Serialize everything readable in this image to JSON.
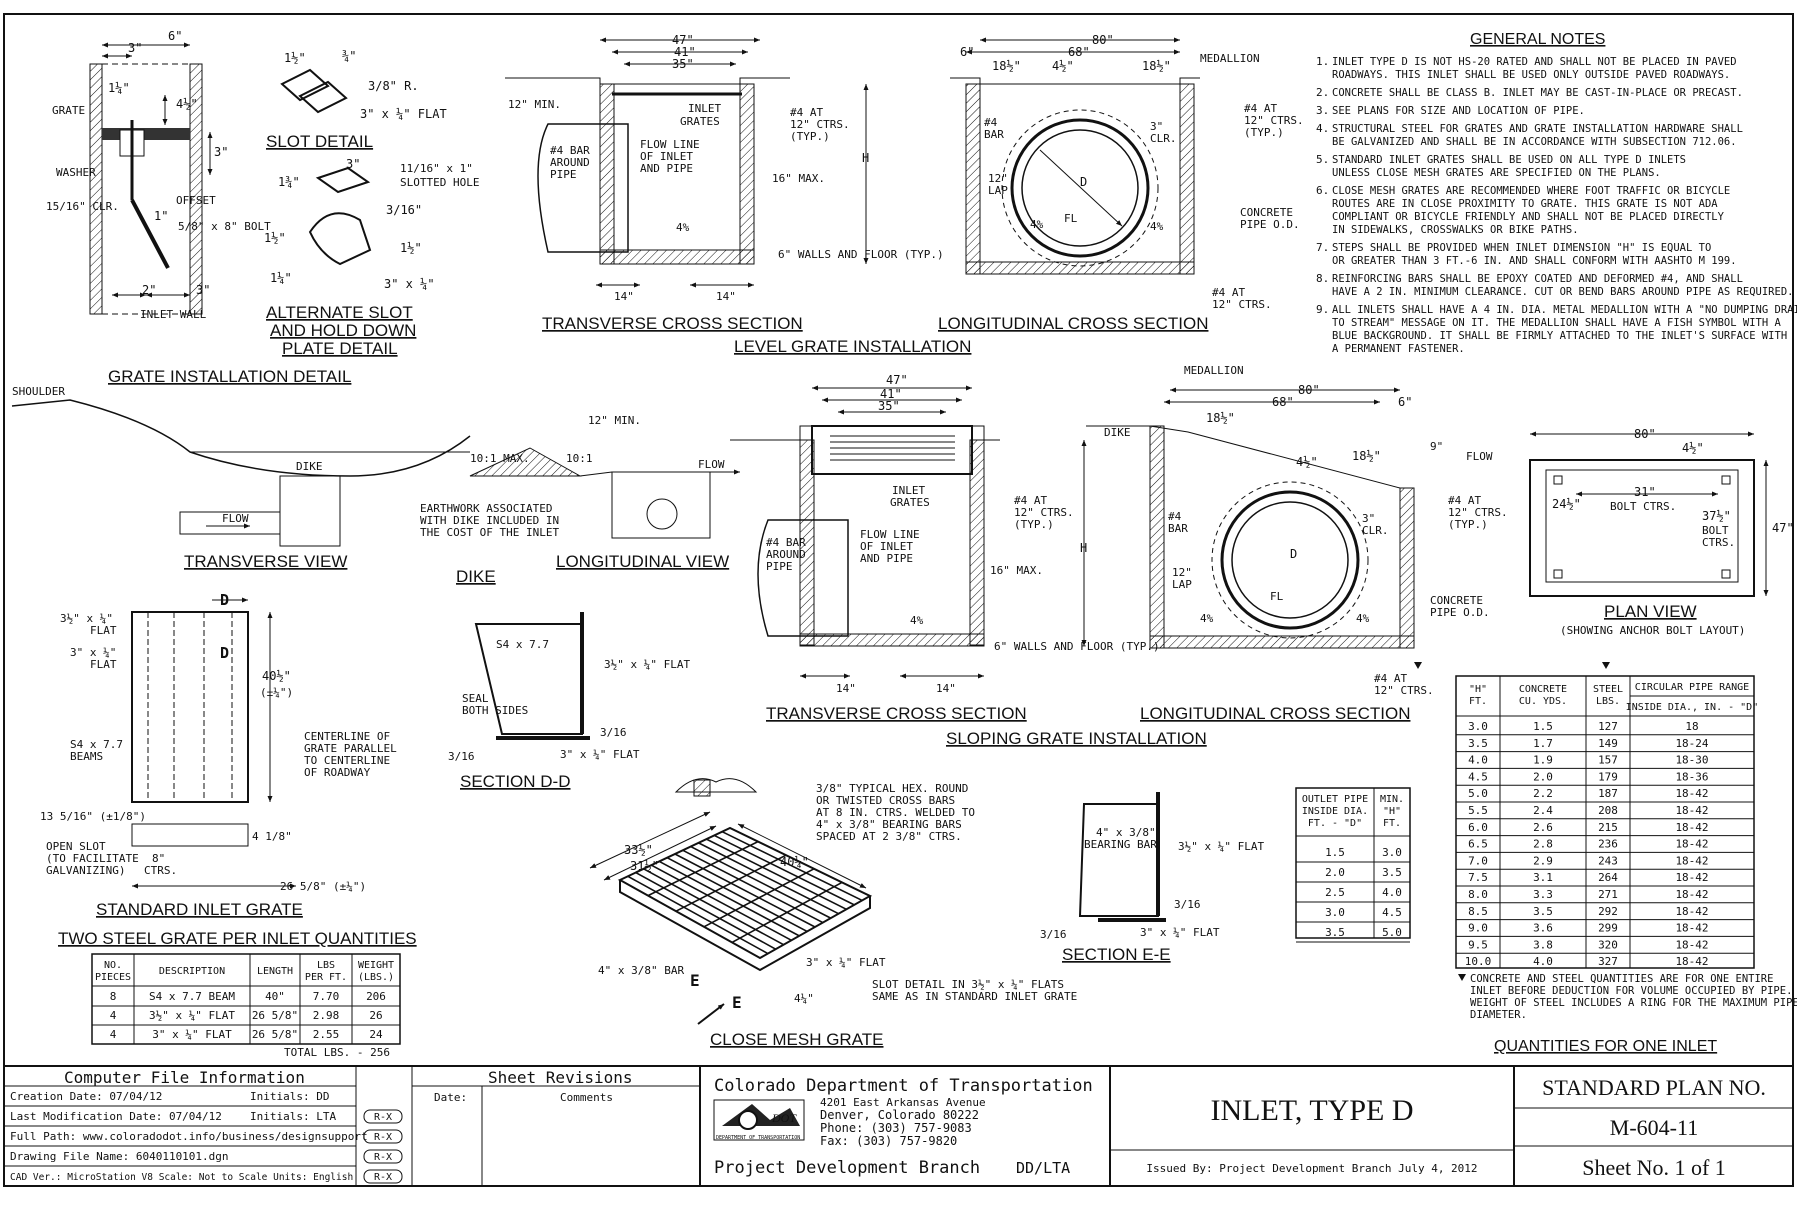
{
  "grate_install": {
    "title": "GRATE INSTALLATION DETAIL",
    "dims": [
      "6\"",
      "3\"",
      "1¼\"",
      "4½\"",
      "3\"",
      "1\"",
      "2\"",
      "3\""
    ],
    "labels": [
      "GRATE",
      "WASHER",
      "15/16\" CLR.",
      "OFFSET",
      "5/8\" x 8\" BOLT",
      "INLET WALL"
    ]
  },
  "slot_detail": {
    "title": "SLOT DETAIL",
    "dims": [
      "1½\"",
      "¾\"",
      "3/8\" R.",
      "3\" x ¼\" FLAT"
    ]
  },
  "alt_slot": {
    "title_lines": [
      "ALTERNATE SLOT",
      "AND HOLD DOWN",
      "PLATE DETAIL"
    ],
    "dims": [
      "3\"",
      "11/16\" x 1\"",
      "SLOTTED HOLE",
      "1¾\"",
      "3/16\"",
      "1½\"",
      "1½\"",
      "1¼\"",
      "3\" x ¼\""
    ]
  },
  "level": {
    "title": "LEVEL GRATE INSTALLATION",
    "transverse_title": "TRANSVERSE CROSS SECTION",
    "longitudinal_title": "LONGITUDINAL CROSS SECTION",
    "t_dims": [
      "47\"",
      "41\"",
      "35\"",
      "12\" MIN.",
      "H",
      "16\" MAX.",
      "14\"",
      "14\"",
      "4%"
    ],
    "t_labels": [
      "INLET",
      "GRATES",
      "FLOW LINE",
      "OF INLET",
      "AND PIPE",
      "#4 BAR",
      "AROUND",
      "PIPE",
      "#4 AT",
      "12\" CTRS.",
      "(TYP.)",
      "6\" WALLS AND FLOOR (TYP.)"
    ],
    "l_dims": [
      "80\"",
      "68\"",
      "6\"",
      "18½\"",
      "4½\"",
      "18½\"",
      "4%",
      "4%",
      "D"
    ],
    "l_labels": [
      "MEDALLION",
      "#4",
      "BAR",
      "12\"",
      "LAP",
      "3\"",
      "CLR.",
      "#4 AT",
      "12\" CTRS.",
      "(TYP.)",
      "CONCRETE",
      "PIPE O.D.",
      "#4 AT",
      "12\" CTRS.",
      "FL"
    ]
  },
  "general_notes": {
    "title": "GENERAL NOTES",
    "notes": [
      [
        "1.",
        "INLET TYPE D IS NOT HS-20 RATED AND SHALL NOT BE PLACED IN PAVED",
        "ROADWAYS. THIS INLET SHALL BE USED ONLY OUTSIDE PAVED ROADWAYS."
      ],
      [
        "2.",
        "CONCRETE SHALL BE CLASS B. INLET MAY BE CAST-IN-PLACE OR PRECAST."
      ],
      [
        "3.",
        "SEE PLANS FOR SIZE AND LOCATION OF PIPE."
      ],
      [
        "4.",
        "STRUCTURAL STEEL FOR GRATES AND GRATE INSTALLATION HARDWARE SHALL",
        "BE GALVANIZED AND SHALL BE IN ACCORDANCE WITH SUBSECTION 712.06."
      ],
      [
        "5.",
        "STANDARD INLET GRATES SHALL BE USED ON ALL TYPE D INLETS",
        "UNLESS CLOSE MESH GRATES ARE SPECIFIED ON THE PLANS."
      ],
      [
        "6.",
        "CLOSE MESH GRATES ARE RECOMMENDED WHERE FOOT TRAFFIC OR BICYCLE",
        "ROUTES ARE IN CLOSE PROXIMITY TO GRATE. THIS GRATE IS NOT ADA",
        "COMPLIANT OR BICYCLE FRIENDLY AND SHALL NOT BE PLACED DIRECTLY",
        "IN SIDEWALKS, CROSSWALKS OR BIKE PATHS."
      ],
      [
        "7.",
        "STEPS SHALL BE PROVIDED WHEN INLET DIMENSION \"H\" IS EQUAL TO",
        "OR GREATER THAN 3 FT.-6 IN. AND SHALL CONFORM WITH AASHTO M 199."
      ],
      [
        "8.",
        "REINFORCING BARS SHALL BE EPOXY COATED AND DEFORMED #4, AND SHALL",
        "HAVE A 2 IN. MINIMUM CLEARANCE. CUT OR BEND BARS AROUND PIPE AS REQUIRED."
      ],
      [
        "9.",
        "ALL INLETS SHALL HAVE A 4 IN. DIA. METAL MEDALLION WITH A \"NO DUMPING DRAINS",
        "TO STREAM\" MESSAGE ON IT. THE MEDALLION SHALL HAVE A FISH SYMBOL WITH A",
        "BLUE BACKGROUND. IT SHALL BE FIRMLY ATTACHED TO THE INLET'S SURFACE WITH",
        "A PERMANENT FASTENER."
      ]
    ]
  },
  "views": {
    "shoulder": "SHOULDER",
    "dike_label": "DIKE",
    "flow": "FLOW",
    "transverse_view": "TRANSVERSE VIEW",
    "earthwork": [
      "EARTHWORK ASSOCIATED",
      "WITH DIKE INCLUDED IN",
      "THE COST OF THE INLET"
    ],
    "dike_title": "DIKE",
    "dike_dims": [
      "10:1 MAX.",
      "10:1"
    ],
    "min12": "12\" MIN.",
    "longitudinal_view": "LONGITUDINAL VIEW"
  },
  "sloping": {
    "title": "SLOPING GRATE INSTALLATION",
    "transverse_title": "TRANSVERSE CROSS SECTION",
    "longitudinal_title": "LONGITUDINAL CROSS SECTION",
    "t_dims": [
      "47\"",
      "41\"",
      "35\"",
      "H",
      "16\" MAX.",
      "14\"",
      "14\"",
      "4%"
    ],
    "t_labels": [
      "INLET",
      "GRATES",
      "FLOW LINE",
      "OF INLET",
      "AND PIPE",
      "#4 BAR",
      "AROUND",
      "PIPE",
      "#4 AT",
      "12\" CTRS.",
      "(TYP.)",
      "6\" WALLS AND FLOOR (TYP.)"
    ],
    "l_dims": [
      "80\"",
      "68\"",
      "6\"",
      "18½\"",
      "4½\"",
      "18½\"",
      "9\"",
      "4%",
      "4%",
      "D"
    ],
    "l_labels": [
      "MEDALLION",
      "DIKE",
      "FLOW",
      "#4",
      "BAR",
      "12\"",
      "LAP",
      "3\"",
      "CLR.",
      "#4 AT",
      "12\" CTRS.",
      "(TYP.)",
      "CONCRETE",
      "PIPE O.D.",
      "#4 AT",
      "12\" CTRS.",
      "FL"
    ]
  },
  "plan_view": {
    "title": "PLAN VIEW",
    "subtitle": "(SHOWING ANCHOR BOLT LAYOUT)",
    "dims": [
      "80\"",
      "4½\"",
      "31\"",
      "BOLT CTRS.",
      "24½\"",
      "37½\"",
      "BOLT",
      "CTRS.",
      "47\""
    ]
  },
  "standard_grate": {
    "title": "STANDARD INLET GRATE",
    "labels": [
      "3½\" x ¼\"",
      "FLAT",
      "3\" x ¼\"",
      "FLAT",
      "S4 x 7.7",
      "BEAMS",
      "40½\"",
      "(±¼\")",
      "CENTERLINE OF",
      "GRATE PARALLEL",
      "TO CENTERLINE",
      "OF ROADWAY",
      "13 5/16\" (±1/8\")",
      "4 1/8\"",
      "OPEN SLOT",
      "(TO FACILITATE",
      "GALVANIZING)",
      "8\"",
      "CTRS.",
      "26 5/8\" (±¼\")",
      "D",
      "D"
    ]
  },
  "section_dd": {
    "title": "SECTION D-D",
    "labels": [
      "S4 x 7.7",
      "3½\" x ¼\" FLAT",
      "SEAL",
      "BOTH SIDES",
      "3/16",
      "3/16",
      "3\" x ¼\" FLAT"
    ]
  },
  "close_mesh": {
    "title": "CLOSE MESH GRATE",
    "note": [
      "3/8\" TYPICAL HEX. ROUND",
      "OR TWISTED CROSS BARS",
      "AT 8 IN. CTRS. WELDED TO",
      "4\" x 3/8\" BEARING BARS",
      "SPACED AT 2 3/8\" CTRS."
    ],
    "dims": [
      "33½\"",
      "31½\"",
      "40¼\"",
      "4\" x 3/8\" BAR",
      "3\" x ¼\" FLAT",
      "4¼\"",
      "E",
      "E"
    ],
    "slot_note": [
      "SLOT DETAIL IN 3½\" x ¼\" FLATS",
      "SAME AS IN STANDARD INLET GRATE"
    ]
  },
  "section_ee": {
    "title": "SECTION E-E",
    "labels": [
      "4\" x 3/8\"",
      "BEARING BAR",
      "3½\" x ¼\" FLAT",
      "3/16",
      "3/16",
      "3\" x ¼\" FLAT"
    ]
  },
  "outlet_table": {
    "headers": [
      [
        "OUTLET PIPE",
        "INSIDE DIA.",
        "FT. - \"D\""
      ],
      [
        "MIN.",
        "\"H\"",
        "FT."
      ]
    ],
    "rows": [
      [
        "1.5",
        "3.0"
      ],
      [
        "2.0",
        "3.5"
      ],
      [
        "2.5",
        "4.0"
      ],
      [
        "3.0",
        "4.5"
      ],
      [
        "3.5",
        "5.0"
      ]
    ]
  },
  "quantities": {
    "title": "QUANTITIES FOR ONE INLET",
    "headers": [
      "\"H\"",
      "FT.",
      "CONCRETE",
      "CU. YDS.",
      "STEEL",
      "LBS.",
      "CIRCULAR PIPE RANGE",
      "INSIDE DIA., IN. - \"D\""
    ],
    "rows": [
      [
        "3.0",
        "1.5",
        "127",
        "18"
      ],
      [
        "3.5",
        "1.7",
        "149",
        "18-24"
      ],
      [
        "4.0",
        "1.9",
        "157",
        "18-30"
      ],
      [
        "4.5",
        "2.0",
        "179",
        "18-36"
      ],
      [
        "5.0",
        "2.2",
        "187",
        "18-42"
      ],
      [
        "5.5",
        "2.4",
        "208",
        "18-42"
      ],
      [
        "6.0",
        "2.6",
        "215",
        "18-42"
      ],
      [
        "6.5",
        "2.8",
        "236",
        "18-42"
      ],
      [
        "7.0",
        "2.9",
        "243",
        "18-42"
      ],
      [
        "7.5",
        "3.1",
        "264",
        "18-42"
      ],
      [
        "8.0",
        "3.3",
        "271",
        "18-42"
      ],
      [
        "8.5",
        "3.5",
        "292",
        "18-42"
      ],
      [
        "9.0",
        "3.6",
        "299",
        "18-42"
      ],
      [
        "9.5",
        "3.8",
        "320",
        "18-42"
      ],
      [
        "10.0",
        "4.0",
        "327",
        "18-42"
      ]
    ],
    "footnote": [
      "CONCRETE AND STEEL QUANTITIES ARE FOR ONE ENTIRE",
      "INLET BEFORE DEDUCTION FOR VOLUME OCCUPIED BY PIPE.",
      "WEIGHT OF STEEL INCLUDES A RING FOR THE MAXIMUM PIPE",
      "DIAMETER."
    ]
  },
  "two_steel": {
    "title": "TWO STEEL GRATE PER INLET QUANTITIES",
    "headers": [
      [
        "NO.",
        "PIECES"
      ],
      [
        "DESCRIPTION"
      ],
      [
        "LENGTH"
      ],
      [
        "LBS",
        "PER FT."
      ],
      [
        "WEIGHT",
        "(LBS.)"
      ]
    ],
    "rows": [
      [
        "8",
        "S4 x 7.7 BEAM",
        "40\"",
        "7.70",
        "206"
      ],
      [
        "4",
        "3½\" x ¼\" FLAT",
        "26 5/8\"",
        "2.98",
        "26"
      ],
      [
        "4",
        "3\" x ¼\" FLAT",
        "26 5/8\"",
        "2.55",
        "24"
      ]
    ],
    "total": "TOTAL LBS. - 256"
  },
  "title_block": {
    "cfi_title": "Computer File Information",
    "cfi_rows": [
      [
        "Creation Date: 07/04/12",
        "Initials: DD"
      ],
      [
        "Last Modification Date: 07/04/12",
        "Initials: LTA"
      ],
      [
        "Full Path: www.coloradodot.info/business/designsupport",
        ""
      ],
      [
        "Drawing File Name: 6040110101.dgn",
        ""
      ],
      [
        "CAD Ver.: MicroStation V8   Scale: Not to Scale   Units: English",
        ""
      ]
    ],
    "rx": "R-X",
    "rev_title": "Sheet Revisions",
    "rev_date": "Date:",
    "rev_comments": "Comments",
    "cdot_name": "Colorado Department of Transportation",
    "cdot_address": [
      "4201 East Arkansas Avenue",
      "Denver, Colorado  80222",
      "Phone: (303) 757-9083",
      "Fax: (303) 757-9820"
    ],
    "logo_text": "DOT",
    "logo_caption": "DEPARTMENT OF TRANSPORTATION",
    "branch": "Project Development Branch",
    "initials": "DD/LTA",
    "sheet_title": "INLET, TYPE D",
    "issued": "Issued By: Project Development Branch  July 4, 2012",
    "std_plan_label": "STANDARD PLAN NO.",
    "std_plan_no": "M-604-11",
    "sheet_no": "Sheet No. 1 of 1"
  }
}
